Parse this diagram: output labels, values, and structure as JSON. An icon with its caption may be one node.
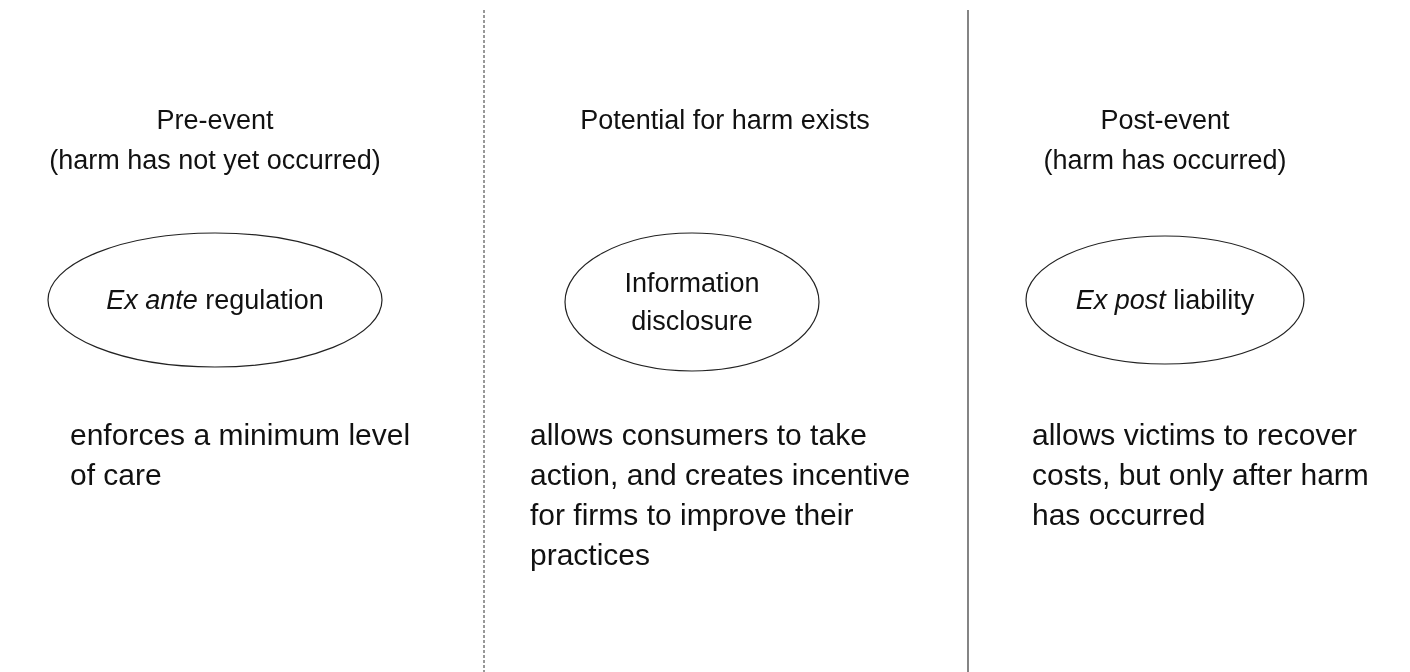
{
  "diagram": {
    "nodes": [
      {
        "text": [
          "*Ex ante* regulation"
        ]
      },
      {
        "text": [
          "Information disclosure"
        ]
      },
      {
        "text": [
          "*Ex post* liability"
        ]
      }
    ],
    "labels": [
      "Pre-event",
      "(harm has not yet occurred)",
      "Potential for harm exists",
      "Post-event",
      "(harm has occurred)",
      "enforces a minimum level of care",
      "allows consumers to take action, and creates incentive for firms to improve their practices",
      "allows victims to recover costs, but only after harm has occurred"
    ]
  }
}
